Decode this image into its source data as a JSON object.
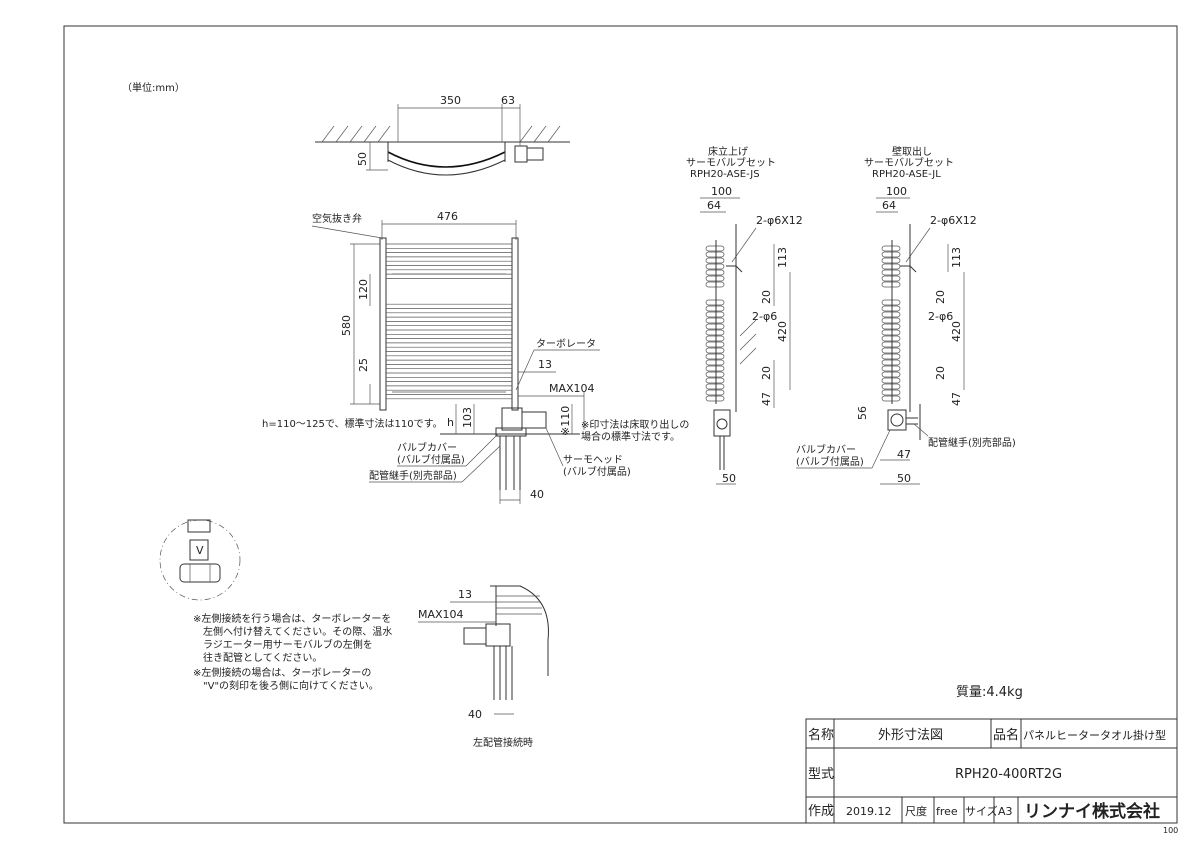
{
  "unit_note": "（単位:mm）",
  "top_view": {
    "dims": [
      "350",
      "63",
      "50"
    ]
  },
  "front_view": {
    "labels": {
      "air_vent": "空気抜き弁",
      "turbulator": "ターボレータ",
      "valve_cover": "バルブカバー",
      "valve_cover_sub": "(バルブ付属品)",
      "pipe_joint": "配管継手(別売部品)",
      "thermo_head": "サーモヘッド",
      "thermo_head_sub": "(バルブ付属品)",
      "h_note": "h=110～125で、標準寸法は110です。",
      "star_note_1": "※印寸法は床取り出しの",
      "star_note_2": "場合の標準寸法です。",
      "h": "h"
    },
    "dims": [
      "476",
      "580",
      "120",
      "25",
      "13",
      "MAX104",
      "103",
      "※110",
      "40"
    ]
  },
  "floor_side": {
    "title_1": "床立上げ",
    "title_2": "サーモバルブセット",
    "title_3": "RPH20-ASE-JS",
    "dims": [
      "100",
      "64",
      "2-φ6X12",
      "113",
      "20",
      "2-φ6",
      "420",
      "20",
      "47",
      "50"
    ]
  },
  "wall_side": {
    "title_1": "壁取出し",
    "title_2": "サーモバルブセット",
    "title_3": "RPH20-ASE-JL",
    "dims": [
      "100",
      "64",
      "2-φ6X12",
      "113",
      "20",
      "2-φ6",
      "420",
      "20",
      "47",
      "56",
      "47",
      "50"
    ],
    "labels": {
      "pipe_joint": "配管継手(別売部品)",
      "valve_cover": "バルブカバー",
      "valve_cover_sub": "(バルブ付属品)"
    }
  },
  "notes": [
    "※左側接続を行う場合は、ターボレーターを",
    "左側へ付け替えてください。その際、温水",
    "ラジエーター用サーモバルブの左側を",
    "往き配管としてください。",
    "※左側接続の場合は、ターボレーターの",
    "\"V\"の刻印を後ろ側に向けてください。"
  ],
  "detail_marker": "V",
  "left_pipe": {
    "dims": [
      "13",
      "MAX104",
      "40"
    ],
    "caption": "左配管接続時"
  },
  "weight": "質量:4.4kg",
  "title_block": {
    "name_label": "名称",
    "name_value": "外形寸法図",
    "product_label": "品名",
    "product_value": "パネルヒータータオル掛け型",
    "model_label": "型式",
    "model_value": "RPH20-400RT2G",
    "made_label": "作成",
    "made_value": "2019.12",
    "scale_label": "尺度",
    "scale_value": "free",
    "size_label": "サイズ",
    "size_value": "A3",
    "company": "リンナイ株式会社"
  },
  "corner_code": "100"
}
